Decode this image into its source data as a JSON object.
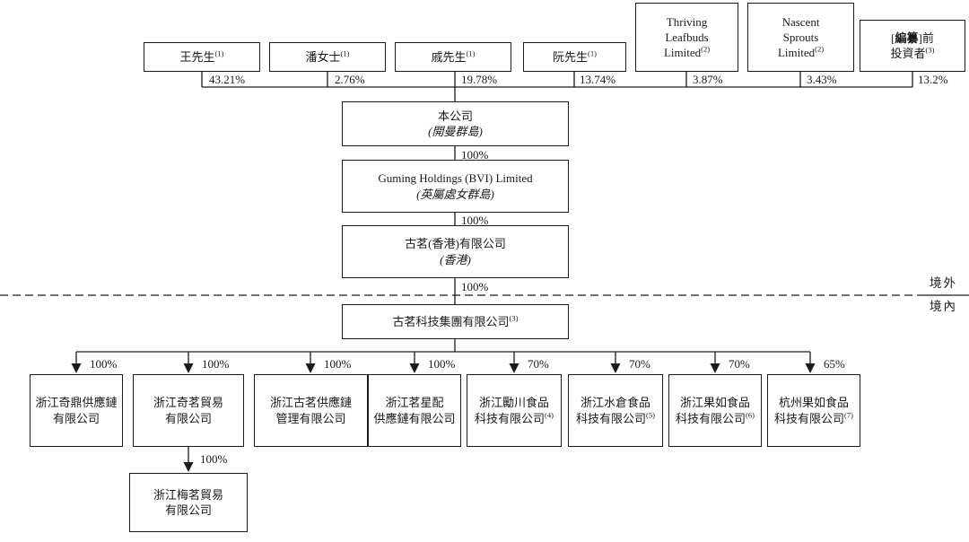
{
  "diagram": {
    "type": "shareholding-structure",
    "region_labels": {
      "offshore": "境外",
      "onshore": "境內"
    }
  },
  "shareholders": [
    {
      "name": "王先生",
      "sup": "(1)",
      "pct": "43.21%"
    },
    {
      "name": "潘女士",
      "sup": "(1)",
      "pct": "2.76%"
    },
    {
      "name": "戚先生",
      "sup": "(1)",
      "pct": "19.78%"
    },
    {
      "name": "阮先生",
      "sup": "(1)",
      "pct": "13.74%"
    },
    {
      "name": "Thriving Leafbuds Limited",
      "sup": "(2)",
      "pct": "3.87%"
    },
    {
      "name": "Nascent Sprouts Limited",
      "sup": "(2)",
      "pct": "3.43%"
    },
    {
      "name_open": "[",
      "name_bold": "編纂",
      "name_close": "]前",
      "name_line2": "投資者",
      "sup": "(3)",
      "pct": "13.2%"
    }
  ],
  "chain": {
    "company": {
      "name": "本公司",
      "place": "(開曼群島)"
    },
    "pct_company_to_bvi": "100%",
    "bvi": {
      "name": "Guming Holdings (BVI) Limited",
      "place": "(英屬處女群島)"
    },
    "pct_bvi_to_hk": "100%",
    "hk": {
      "name": "古茗(香港)有限公司",
      "place": "(香港)"
    },
    "pct_hk_to_wfoe": "100%",
    "wfoe": {
      "name": "古茗科技集團有限公司",
      "sup": "(3)"
    }
  },
  "subsidiaries": [
    {
      "line1": "浙江奇鼎供應鏈",
      "line2": "有限公司",
      "sup": "",
      "pct": "100%"
    },
    {
      "line1": "浙江奇茗貿易",
      "line2": "有限公司",
      "sup": "",
      "pct": "100%"
    },
    {
      "line1": "浙江古茗供應鏈",
      "line2": "管理有限公司",
      "sup": "",
      "pct": "100%"
    },
    {
      "line1": "浙江茗星配",
      "line2": "供應鏈有限公司",
      "sup": "",
      "pct": "100%"
    },
    {
      "line1": "浙江勵川食品",
      "line2": "科技有限公司",
      "sup": "(4)",
      "pct": "70%"
    },
    {
      "line1": "浙江水倉食品",
      "line2": "科技有限公司",
      "sup": "(5)",
      "pct": "70%"
    },
    {
      "line1": "浙江果如食品",
      "line2": "科技有限公司",
      "sup": "(6)",
      "pct": "70%"
    },
    {
      "line1": "杭州果如食品",
      "line2": "科技有限公司",
      "sup": "(7)",
      "pct": "65%"
    }
  ],
  "sub_subsidiary": {
    "line1": "浙江梅茗貿易",
    "line2": "有限公司",
    "pct": "100%"
  }
}
